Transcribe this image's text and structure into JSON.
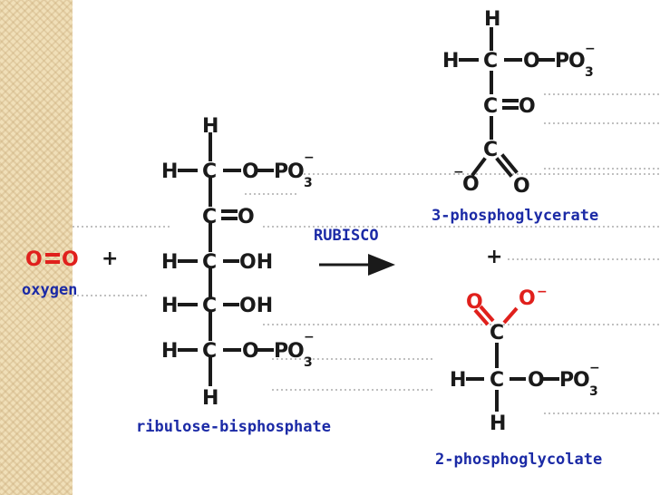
{
  "labels": {
    "oxygen": "oxygen",
    "ribulose": "ribulose-bisphosphate",
    "enzyme": "RUBISCO",
    "phosphoglycerate": "3-phosphoglycerate",
    "phosphoglycolate": "2-phosphoglycolate"
  },
  "symbols": {
    "plus": "+",
    "H": "H",
    "C": "C",
    "O": "O",
    "OH": "OH",
    "P": "P",
    "O3": "O",
    "sub3": "3",
    "minus": "−",
    "OPO3": "O—PO"
  },
  "colors": {
    "label_blue": "#1b2aa6",
    "oxygen_red": "#e0201c",
    "stripe": "#f0dfb8"
  }
}
